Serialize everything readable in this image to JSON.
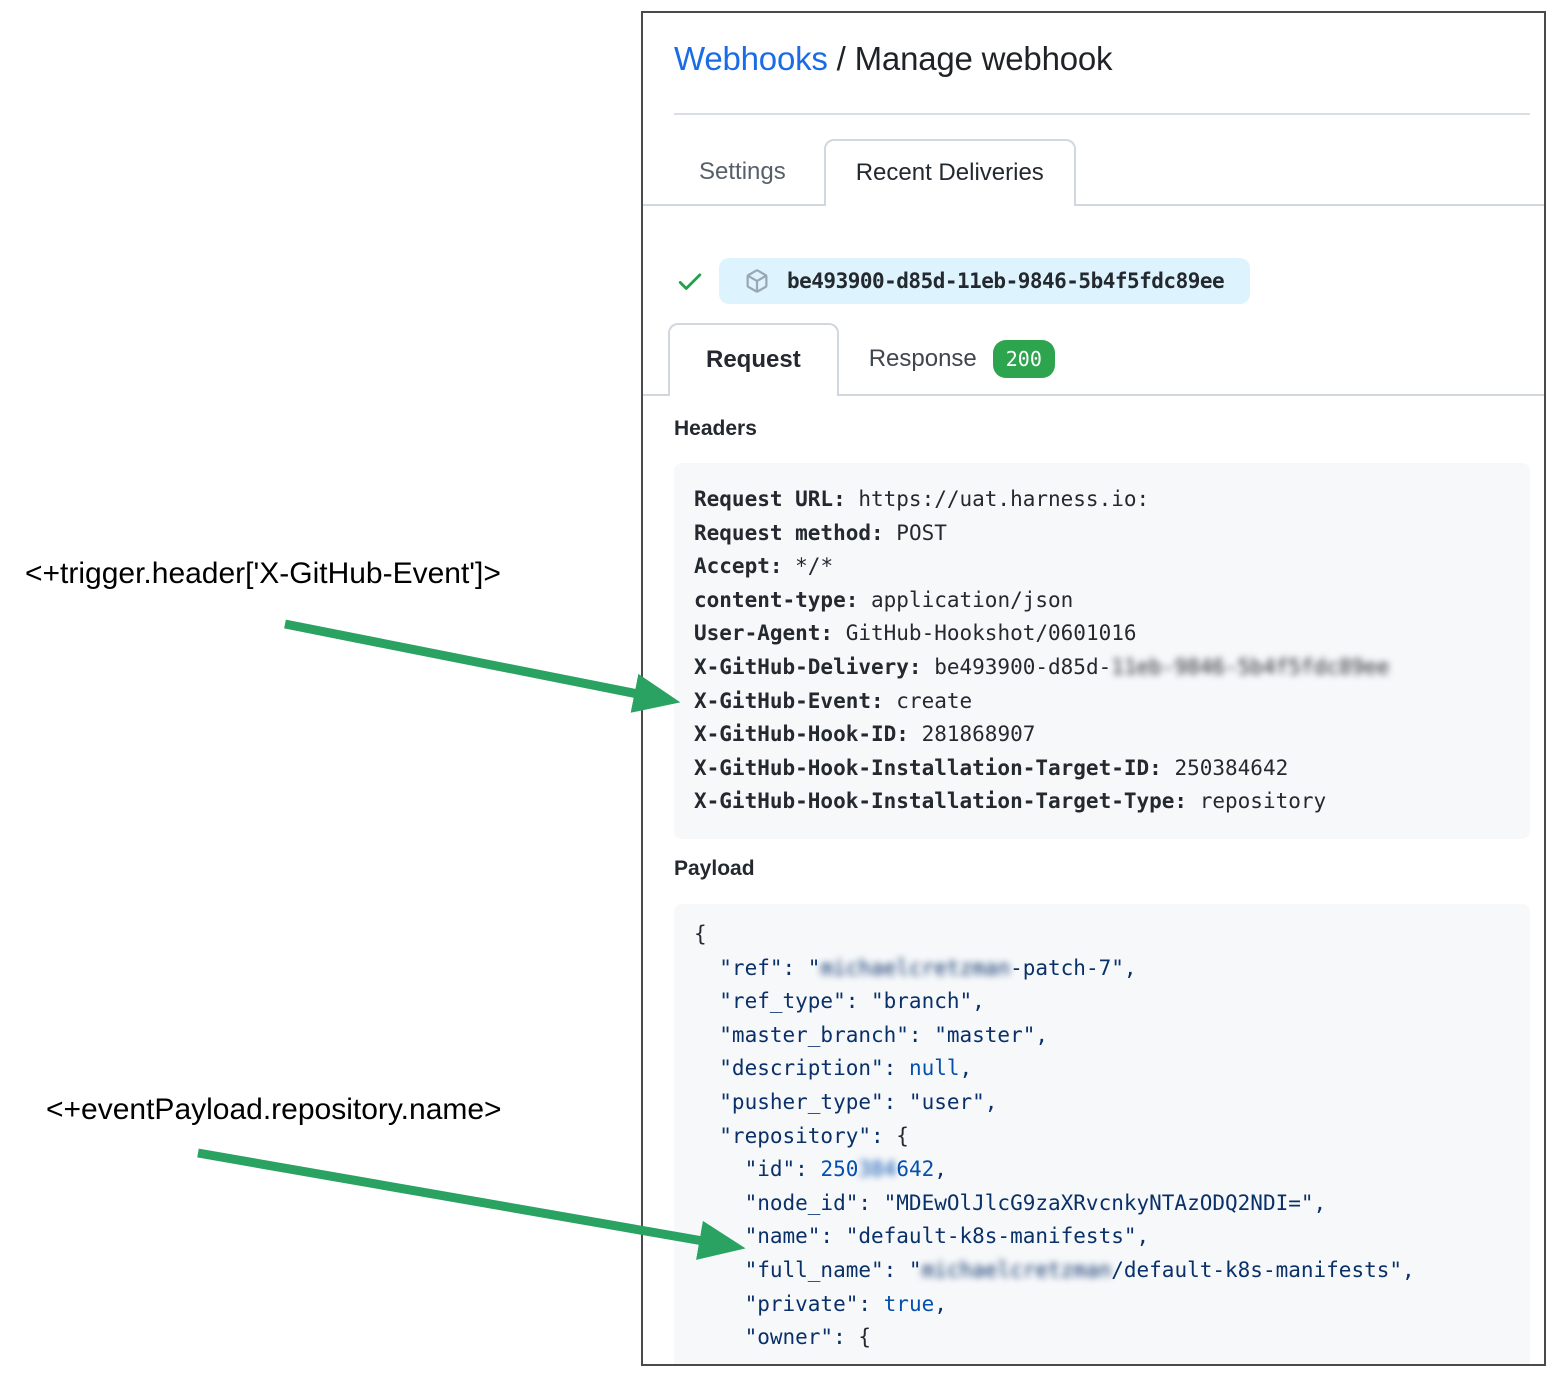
{
  "annotations": {
    "trigger_header_expression": "<+trigger.header['X-GitHub-Event']>",
    "event_payload_expression": "<+eventPayload.repository.name>"
  },
  "page": {
    "breadcrumb": {
      "section": "Webhooks",
      "separator": " / ",
      "title": "Manage webhook"
    },
    "tabs": {
      "settings": "Settings",
      "recent_deliveries": "Recent Deliveries"
    },
    "delivery": {
      "id": "be493900-d85d-11eb-9846-5b4f5fdc89ee"
    },
    "detail_tabs": {
      "request": "Request",
      "response": "Response",
      "response_status": "200"
    },
    "headers": {
      "title": "Headers",
      "rows": [
        {
          "name": "Request URL:",
          "value": "https://uat.harness.io:"
        },
        {
          "name": "Request method:",
          "value": "POST"
        },
        {
          "name": "Accept:",
          "value": "*/*"
        },
        {
          "name": "content-type:",
          "value": "application/json"
        },
        {
          "name": "User-Agent:",
          "value": "GitHub-Hookshot/0601016"
        },
        {
          "name": "X-GitHub-Delivery:",
          "value": "be493900-d85d-",
          "redacted": "11eb-9846-5b4f5fdc89ee"
        },
        {
          "name": "X-GitHub-Event:",
          "value": "create"
        },
        {
          "name": "X-GitHub-Hook-ID:",
          "value": "281868907"
        },
        {
          "name": "X-GitHub-Hook-Installation-Target-ID:",
          "value": "250384642"
        },
        {
          "name": "X-GitHub-Hook-Installation-Target-Type:",
          "value": "repository"
        }
      ]
    },
    "payload": {
      "title": "Payload",
      "lines": [
        [
          {
            "t": "{",
            "s": "p"
          }
        ],
        [
          {
            "t": "  \"ref\": \"",
            "s": "k"
          },
          {
            "t": "michaelcretzman",
            "s": "k",
            "blur": true
          },
          {
            "t": "-patch-7\",",
            "s": "k"
          }
        ],
        [
          {
            "t": "  \"ref_type\": \"branch\",",
            "s": "k"
          }
        ],
        [
          {
            "t": "  \"master_branch\": \"master\",",
            "s": "k"
          }
        ],
        [
          {
            "t": "  \"description\": ",
            "s": "k"
          },
          {
            "t": "null",
            "s": "v"
          },
          {
            "t": ",",
            "s": "k"
          }
        ],
        [
          {
            "t": "  \"pusher_type\": \"user\",",
            "s": "k"
          }
        ],
        [
          {
            "t": "  \"repository\": ",
            "s": "k"
          },
          {
            "t": "{",
            "s": "p"
          }
        ],
        [
          {
            "t": "    \"id\": ",
            "s": "k"
          },
          {
            "t": "250",
            "s": "v"
          },
          {
            "t": "384",
            "s": "v",
            "blur": true
          },
          {
            "t": "642",
            "s": "v"
          },
          {
            "t": ",",
            "s": "k"
          }
        ],
        [
          {
            "t": "    \"node_id\": \"MDEwOlJlcG9zaXRvcnkyNTAzODQ2NDI=\",",
            "s": "k"
          }
        ],
        [
          {
            "t": "    \"name\": \"default-k8s-manifests\",",
            "s": "k"
          }
        ],
        [
          {
            "t": "    \"full_name\": \"",
            "s": "k"
          },
          {
            "t": "michaelcretzman",
            "s": "k",
            "blur": true
          },
          {
            "t": "/default-k8s-manifests\",",
            "s": "k"
          }
        ],
        [
          {
            "t": "    \"private\": ",
            "s": "k"
          },
          {
            "t": "true",
            "s": "v"
          },
          {
            "t": ",",
            "s": "k"
          }
        ],
        [
          {
            "t": "    \"owner\": ",
            "s": "k"
          },
          {
            "t": "{",
            "s": "p"
          }
        ]
      ]
    }
  },
  "colors": {
    "link_blue": "#1a6ce6",
    "arrow_green": "#2aa262",
    "check_green": "#22a04a",
    "badge_green": "#2da44e",
    "pill_bg": "#ddf4ff",
    "json_key": "#0a3069",
    "json_const": "#0550ae"
  }
}
